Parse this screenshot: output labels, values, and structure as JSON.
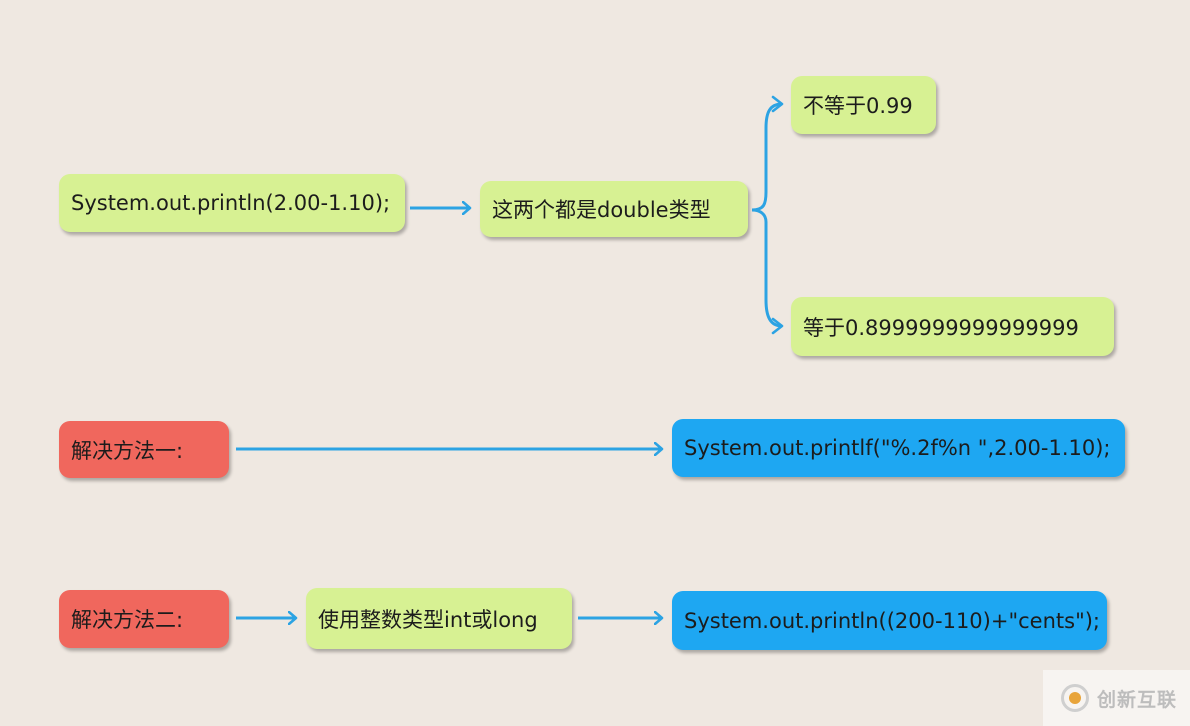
{
  "nodes": {
    "code_expr": "System.out.println(2.00-1.10);",
    "both_double": "这两个都是double类型",
    "not_equal": "不等于0.99",
    "equal": "等于0.8999999999999999",
    "solution1_label": "解决方法一:",
    "solution1_code": "System.out.printlf(\"%.2f%n \",2.00-1.10);",
    "solution2_label": "解决方法二:",
    "use_int_long": "使用整数类型int或long",
    "solution2_code": "System.out.println((200-110)+\"cents\");"
  },
  "watermark": {
    "text": "创新互联",
    "icon": "brand-logo-icon"
  },
  "colors": {
    "background": "#efe8e1",
    "green_box": "#d7f193",
    "red_box": "#f0675d",
    "blue_box": "#1ea7f2",
    "arrow": "#2ca3e3"
  }
}
